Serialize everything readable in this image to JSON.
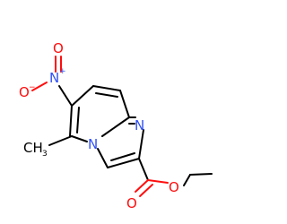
{
  "molecule": {
    "labels": {
      "nitro_n": "N",
      "nitro_n_charge": "+",
      "nitro_o_top": "O",
      "nitro_o_left": "O",
      "nitro_o_charge": "−",
      "methyl": "CH",
      "methyl_sub": "3",
      "ring_n_bridge": "N",
      "ring_n_imidazole": "N",
      "ester_o_carbonyl": "O",
      "ester_o_ether": "O"
    },
    "colors": {
      "bond": "#000000",
      "nitrogen": "#3050f8",
      "oxygen": "#ff0d0d"
    }
  }
}
